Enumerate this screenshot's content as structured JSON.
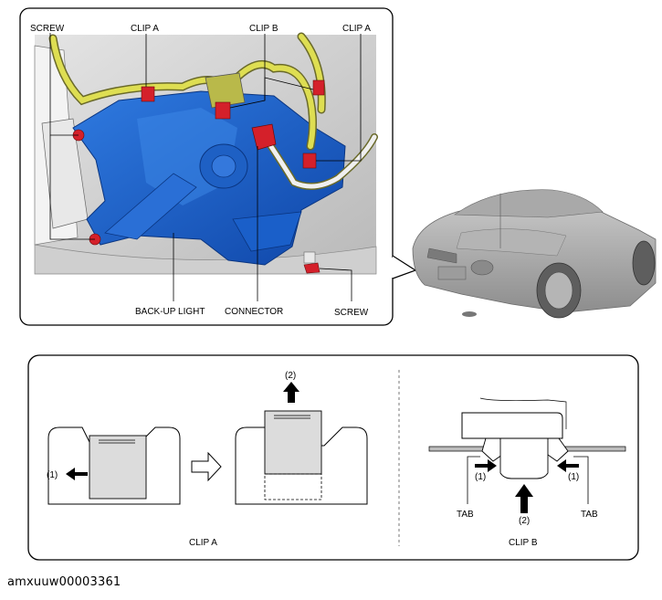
{
  "labels": {
    "screw_top_left": "SCREW",
    "clip_a_top": "CLIP A",
    "clip_b_top": "CLIP B",
    "clip_a_top_right": "CLIP A",
    "back_up_light": "BACK-UP LIGHT",
    "connector": "CONNECTOR",
    "screw_bottom": "SCREW"
  },
  "detail": {
    "step1": "(1)",
    "step2": "(2)",
    "clip_a_caption": "CLIP A",
    "clip_b_step1_left": "(1)",
    "clip_b_step1_right": "(1)",
    "clip_b_step2": "(2)",
    "tab_left": "TAB",
    "tab_right": "TAB",
    "clip_b_caption": "CLIP B"
  },
  "image_code": "amxuuw00003361",
  "colors": {
    "housing_blue": "#1a5fc9",
    "harness_yellow": "#d8d84a",
    "clip_red": "#d4202a",
    "panel_gray": "#d6d6d6",
    "clip_fill": "#dcdcdc"
  }
}
